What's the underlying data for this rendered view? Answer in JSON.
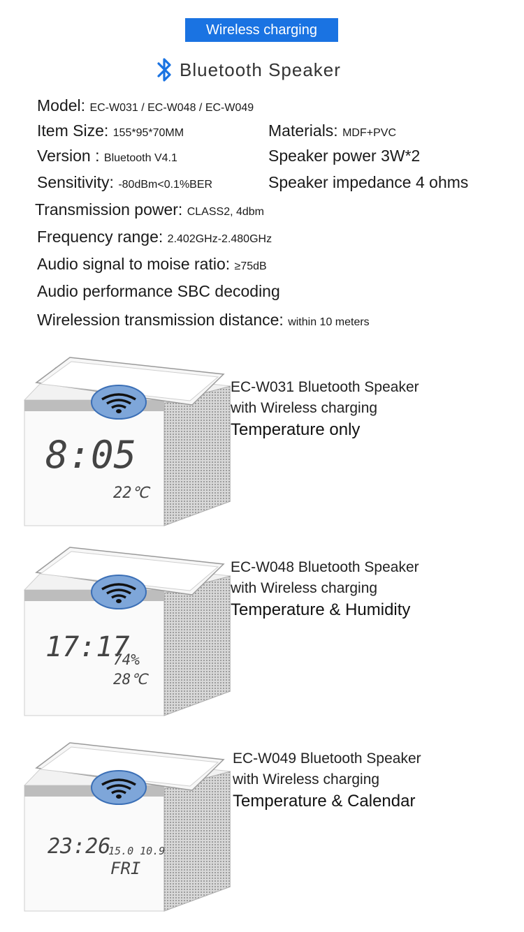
{
  "header": {
    "badge": "Wireless charging",
    "title": "Bluetooth Speaker",
    "accent_color": "#1a73e2",
    "icon": "bluetooth-icon"
  },
  "specs": [
    {
      "label": "Model: ",
      "value": "EC-W031 / EC-W048 / EC-W049"
    },
    {
      "label": "Item Size: ",
      "value": "155*95*70MM"
    },
    {
      "label": "Materials: ",
      "value": "MDF+PVC"
    },
    {
      "label": "Version  : ",
      "value": "Bluetooth V4.1"
    },
    {
      "label": "Speaker power  3W*2",
      "value": ""
    },
    {
      "label": "Sensitivity: ",
      "value": "-80dBm<0.1%BER"
    },
    {
      "label": "Speaker impedance 4 ohms",
      "value": ""
    },
    {
      "label": "Transmission power: ",
      "value": "CLASS2, 4dbm"
    },
    {
      "label": "Frequency range: ",
      "value": "2.402GHz-2.480GHz"
    },
    {
      "label": "Audio signal to moise ratio: ",
      "value": "≥75dB"
    },
    {
      "label": "Audio performance SBC decoding",
      "value": ""
    },
    {
      "label": "Wirelession transmission distance: ",
      "value": "within 10 meters"
    }
  ],
  "products": [
    {
      "line1": "EC-W031 Bluetooth Speaker",
      "line2": "with Wireless charging",
      "line3": "Temperature only",
      "display_time": "8:05",
      "display_small_1": "22℃",
      "display_small_2": ""
    },
    {
      "line1": "EC-W048 Bluetooth Speaker",
      "line2": "with Wireless charging",
      "line3": "Temperature & Humidity",
      "display_time": "17:17",
      "display_small_1": "74%",
      "display_small_2": "28℃"
    },
    {
      "line1": "EC-W049 Bluetooth Speaker",
      "line2": "with Wireless charging",
      "line3": "Temperature & Calendar",
      "display_time": "23:26",
      "display_small_1": "15.0 10.9",
      "display_small_2": "FRI"
    }
  ]
}
